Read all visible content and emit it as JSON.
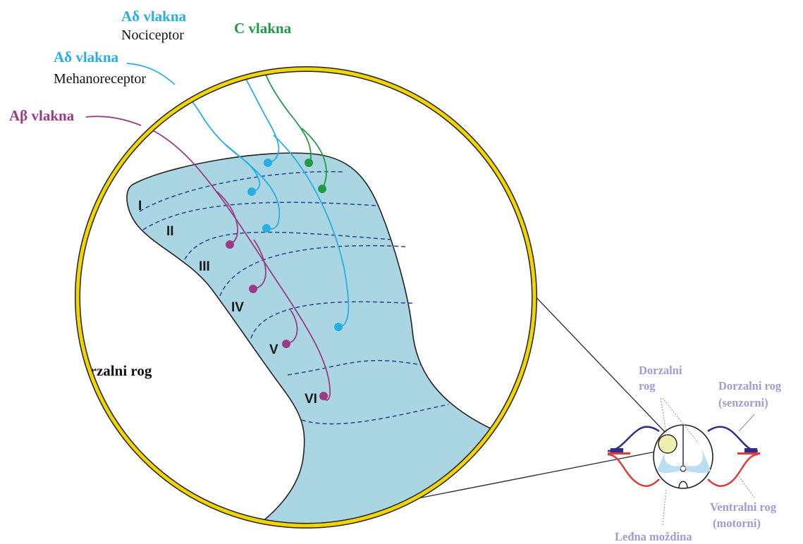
{
  "colors": {
    "magnifier_ring": "#f2d500",
    "horn_fill": "#aad6e3",
    "abeta": "#9c3a86",
    "adelta": "#27aee5",
    "c_fiber": "#1f9a47",
    "inset_label": "#a49ad1",
    "sensory_root": "#2d2f86",
    "motor_root": "#e23a3a",
    "outline": "#222222"
  },
  "fibers": {
    "adelta_nociceptor": {
      "name": "Aδ vlakna",
      "sub": "Nociceptor",
      "icon": "blue-fiber-line"
    },
    "c_fiber": {
      "name": "C vlakna",
      "icon": "green-fiber-line"
    },
    "adelta_mechano": {
      "name": "Aδ vlakna",
      "sub": "Mehanoreceptor",
      "icon": "blue-fiber-line"
    },
    "abeta": {
      "name": "Aβ vlakna",
      "icon": "purple-fiber-line"
    }
  },
  "laminae": [
    "I",
    "II",
    "III",
    "IV",
    "V",
    "VI"
  ],
  "main_label": "Dorzalni rog",
  "inset": {
    "dorsal_horn": [
      "Dorzalni",
      "rog"
    ],
    "dorsal_root": [
      "Dorzalni rog",
      "(senzorni)"
    ],
    "ventral_root": [
      "Ventralni rog",
      "(motorni)"
    ],
    "spinal_cord": "Leđna moždina"
  }
}
